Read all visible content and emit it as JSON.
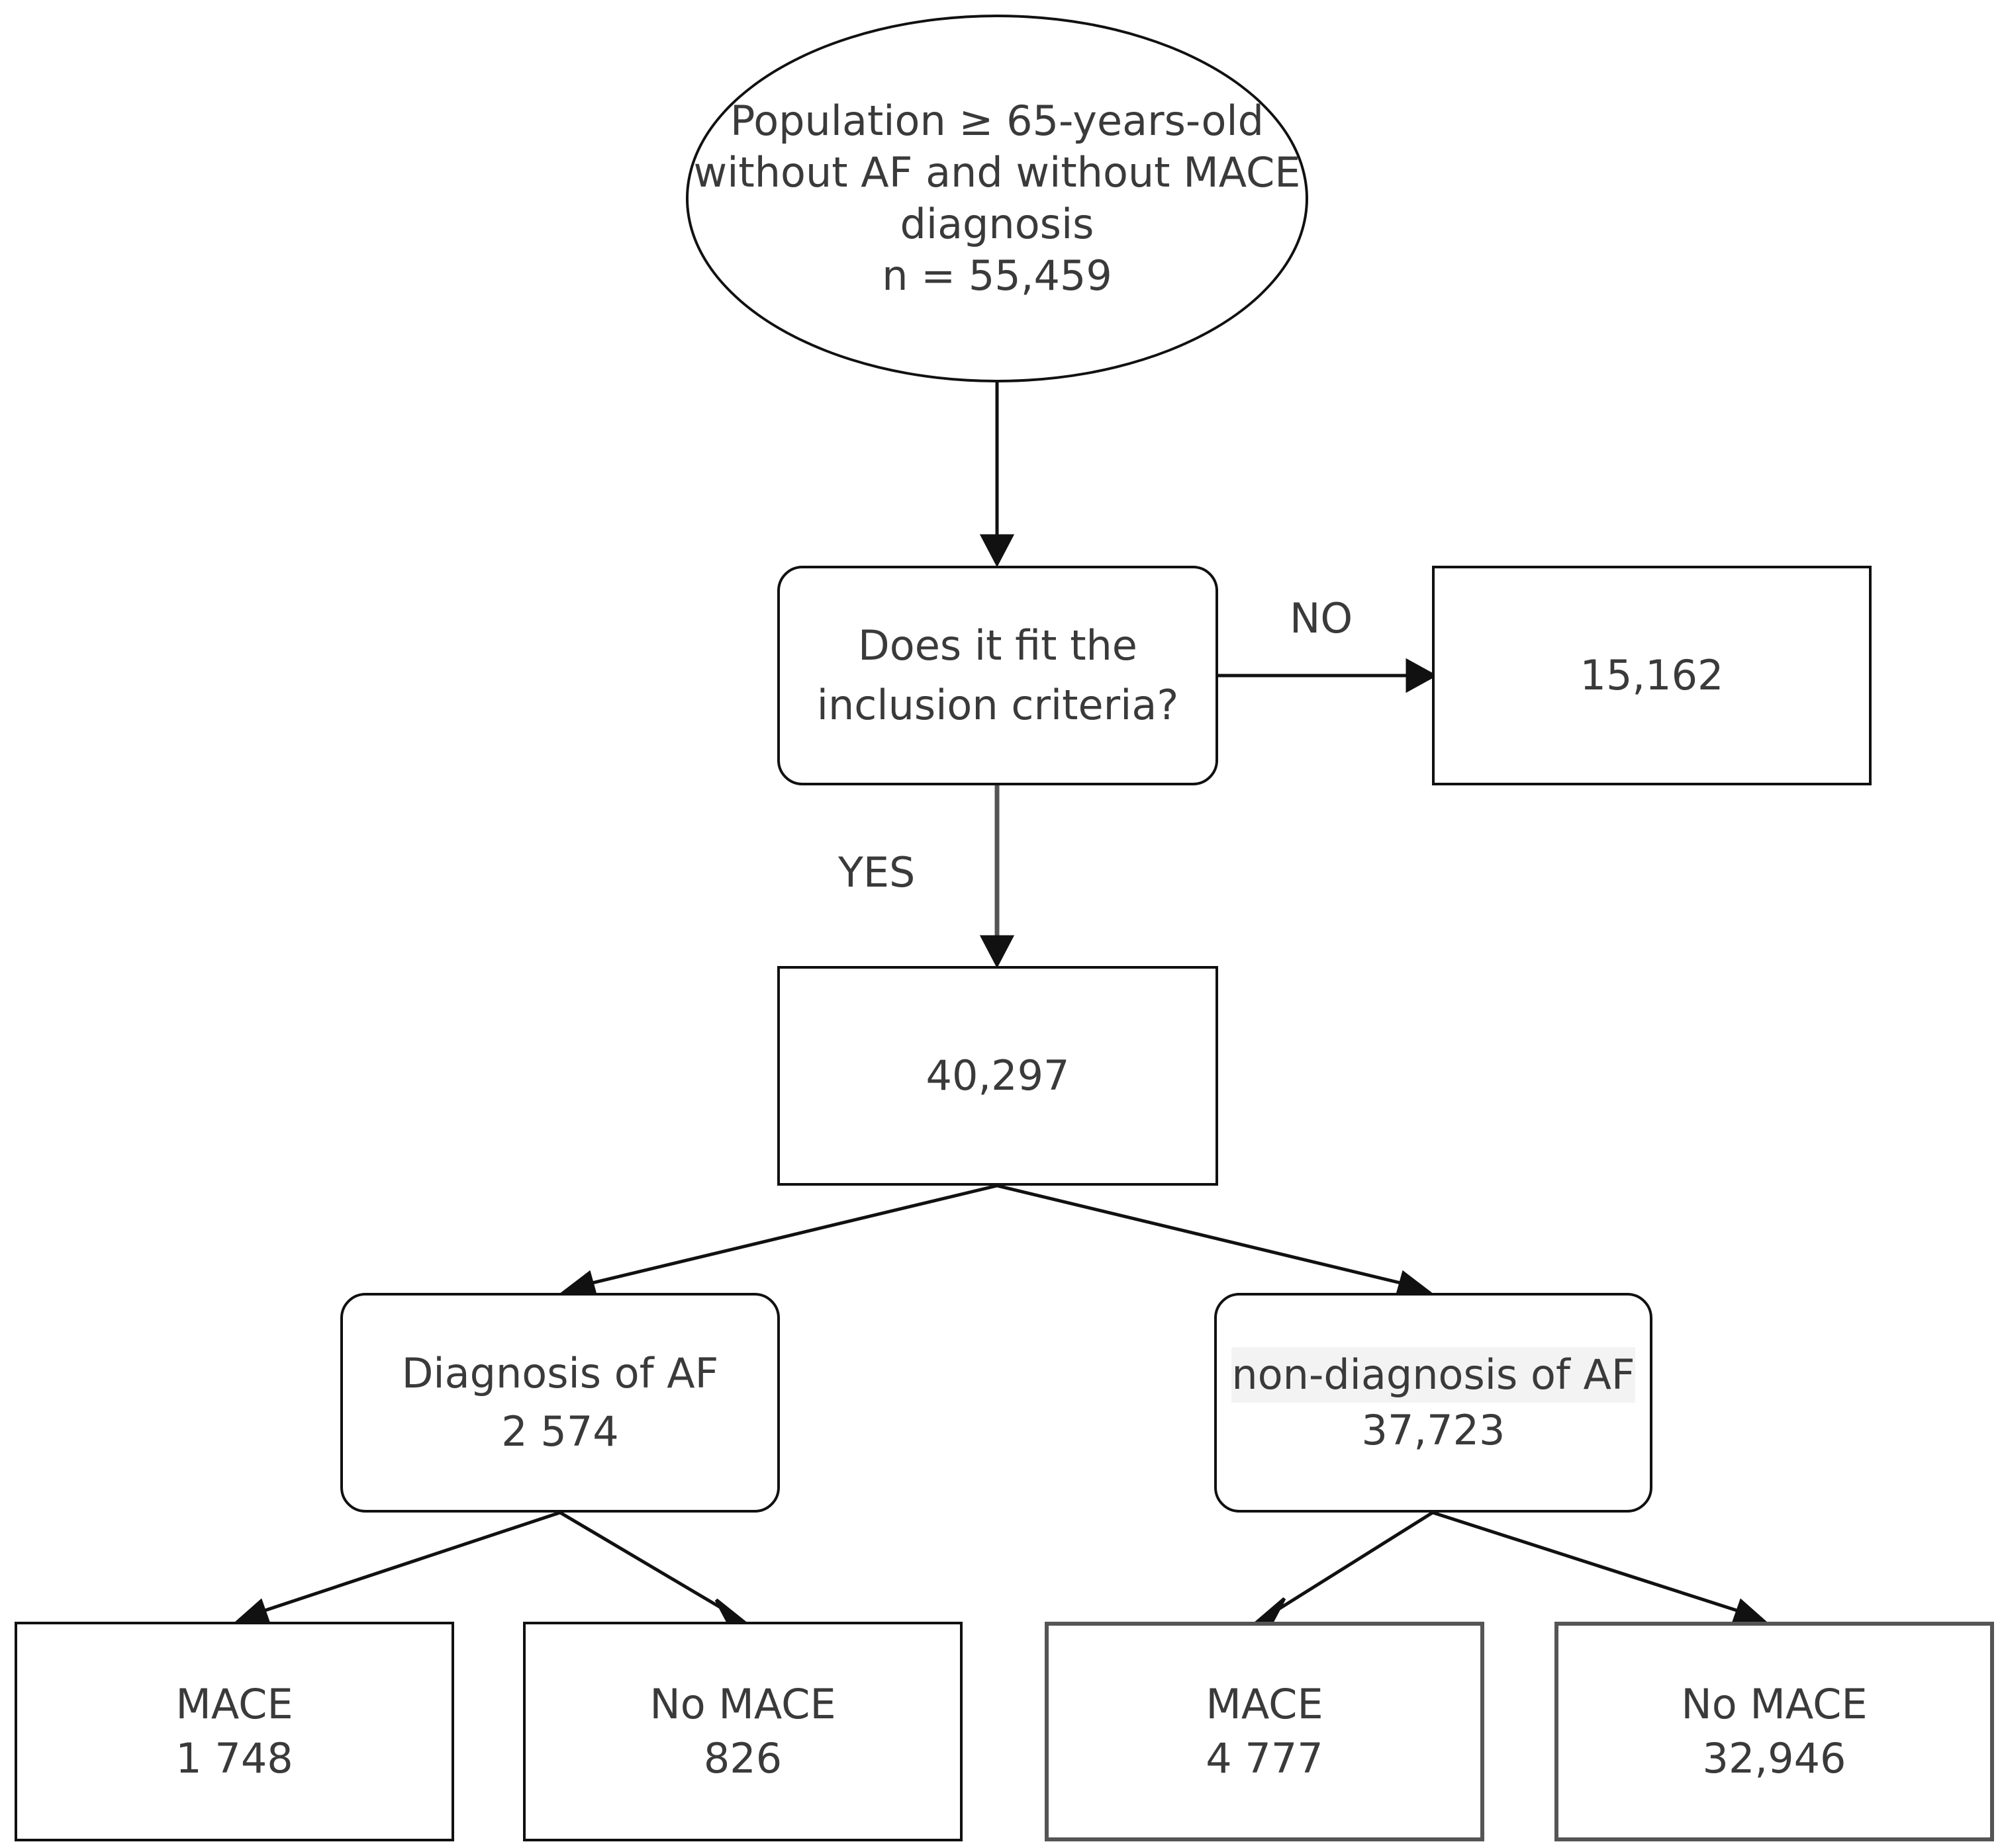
{
  "nodes": {
    "population": {
      "line1": "Population ≥ 65-years-old",
      "line2": "without AF and without MACE",
      "line3": "diagnosis",
      "line4": "n = 55,459"
    },
    "inclusion": {
      "line1": "Does it fit the",
      "line2": "inclusion criteria?"
    },
    "excluded": {
      "value": "15,162"
    },
    "included": {
      "value": "40,297"
    },
    "af_diagnosis": {
      "label": "Diagnosis of AF",
      "value": "2 574"
    },
    "af_non_diagnosis": {
      "label": "non-diagnosis of AF",
      "value": "37,723"
    },
    "af_mace": {
      "label": "MACE",
      "value": "1 748"
    },
    "af_no_mace": {
      "label": "No MACE",
      "value": "826"
    },
    "non_af_mace": {
      "label": "MACE",
      "value": "4 777"
    },
    "non_af_no_mace": {
      "label": "No MACE",
      "value": "32,946"
    }
  },
  "edge_labels": {
    "no": "NO",
    "yes": "YES"
  }
}
